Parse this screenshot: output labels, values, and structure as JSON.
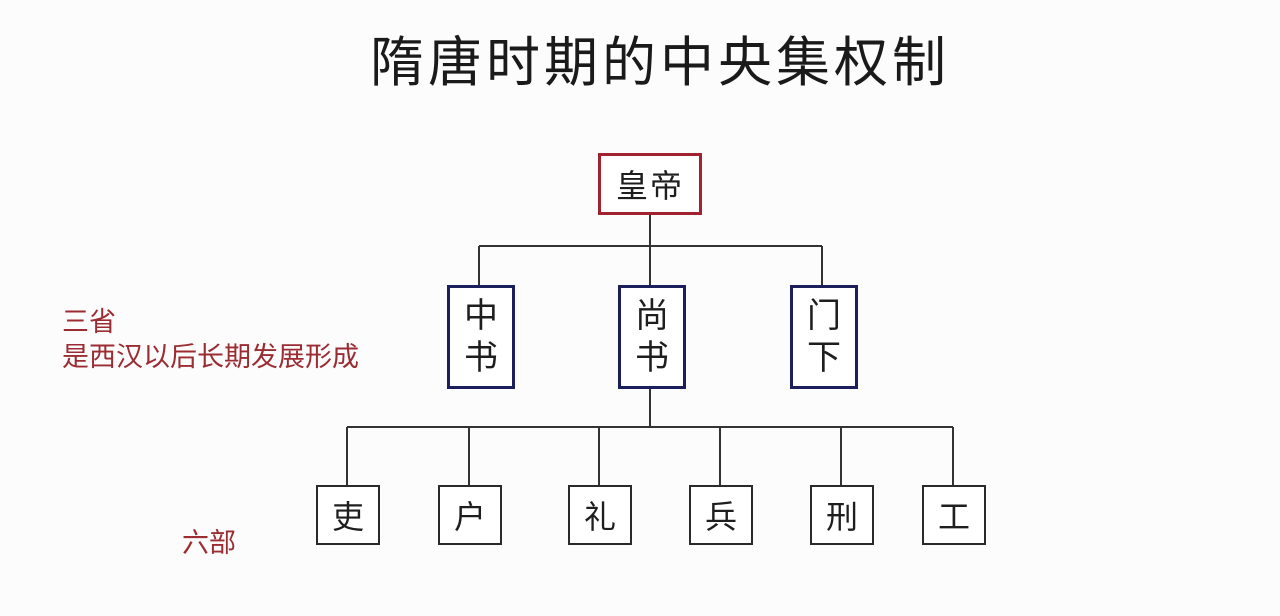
{
  "title": "隋唐时期的中央集权制",
  "emperor": "皇帝",
  "three_departments": {
    "label": "三省",
    "description": "是西汉以后长期发展形成",
    "items": [
      {
        "line1": "中",
        "line2": "书"
      },
      {
        "line1": "尚",
        "line2": "书"
      },
      {
        "line1": "门",
        "line2": "下"
      }
    ]
  },
  "six_ministries": {
    "label": "六部",
    "items": [
      "吏",
      "户",
      "礼",
      "兵",
      "刑",
      "工"
    ]
  },
  "colors": {
    "emperor_border": "#a0232f",
    "department_border": "#1b1f5c",
    "label_text": "#9b2c32"
  }
}
